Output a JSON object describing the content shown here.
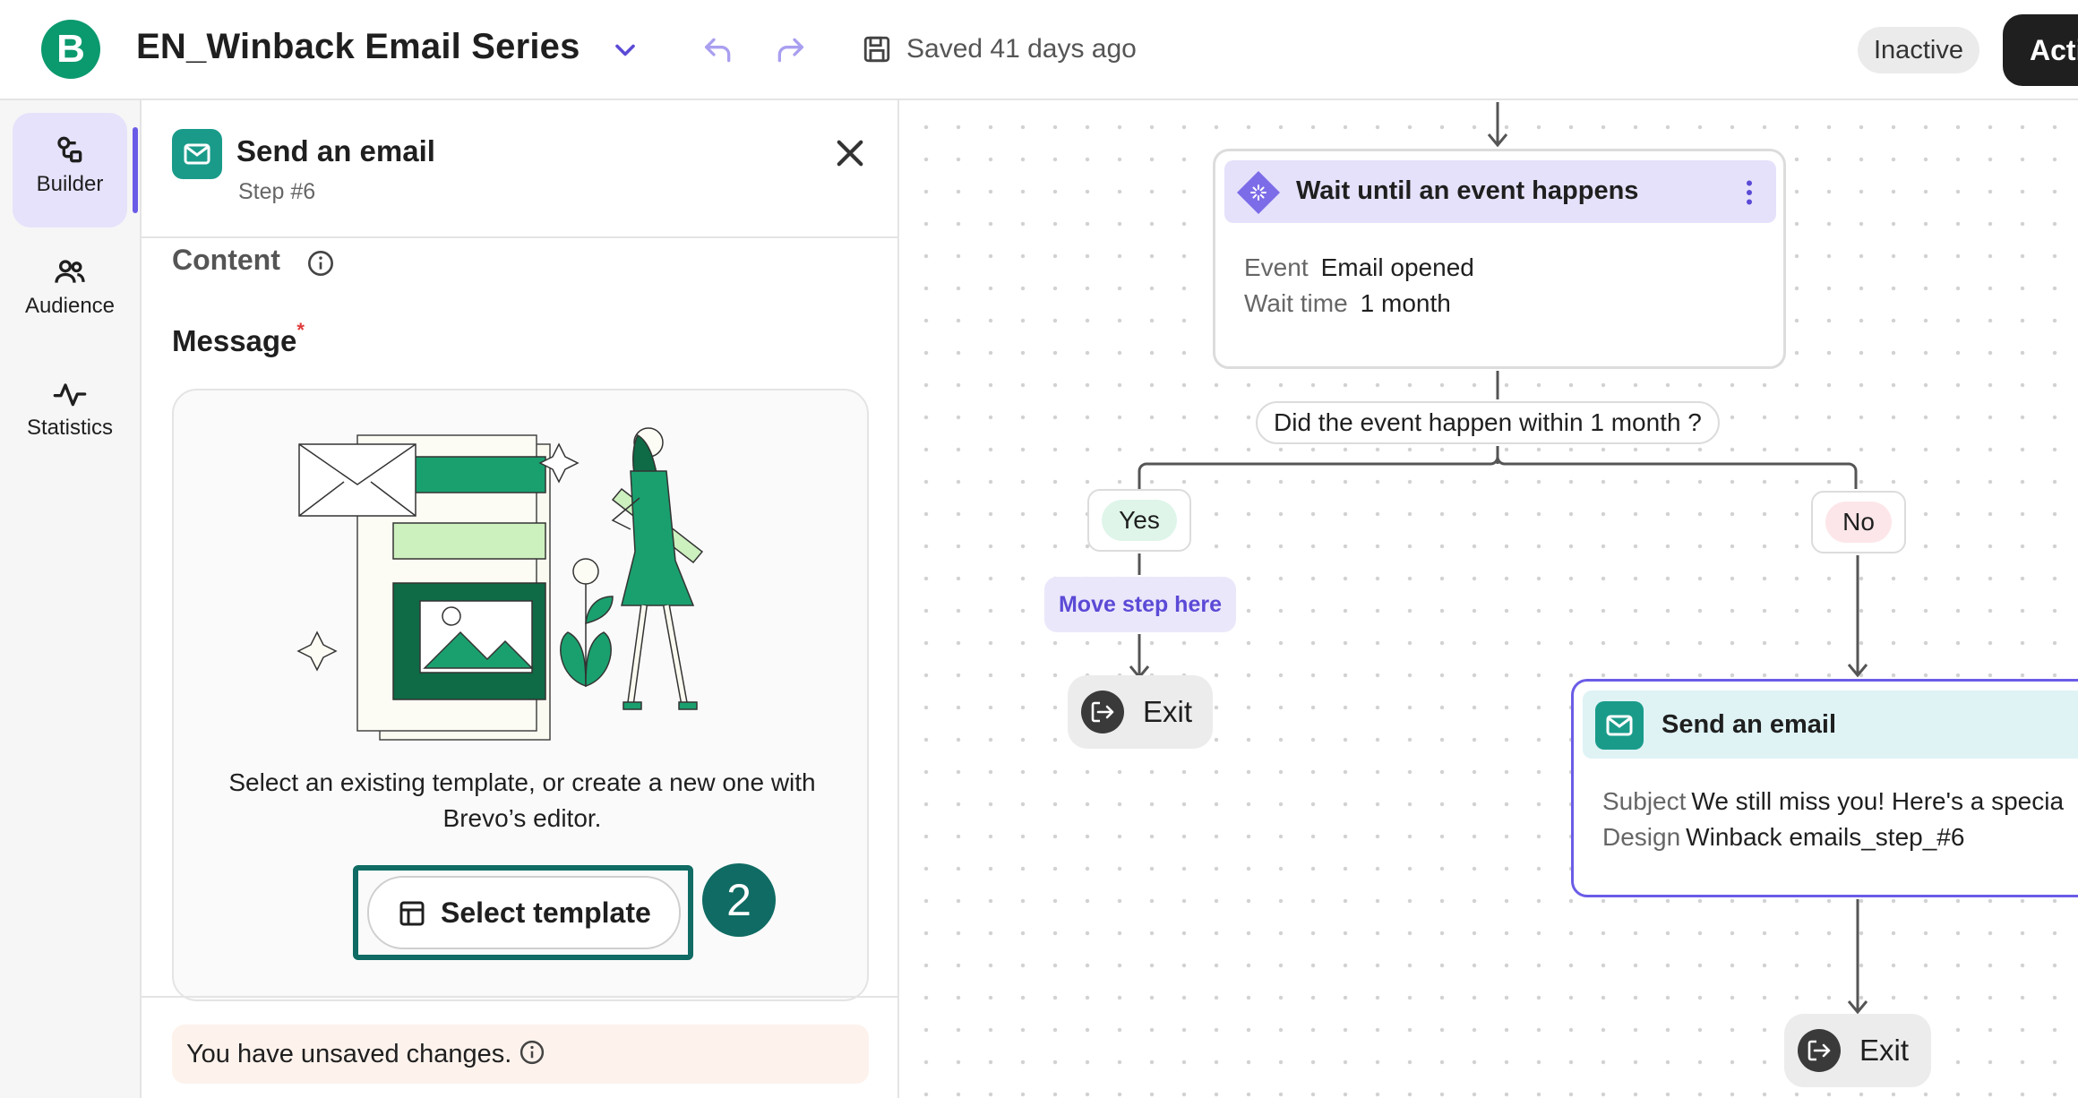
{
  "header": {
    "logo_letter": "B",
    "title": "EN_Winback Email Series",
    "saved_status": "Saved 41 days ago",
    "status_badge": "Inactive",
    "activate_label": "Acti"
  },
  "rail": {
    "items": [
      {
        "label": "Builder",
        "icon": "builder-icon",
        "active": true
      },
      {
        "label": "Audience",
        "icon": "audience-icon",
        "active": false
      },
      {
        "label": "Statistics",
        "icon": "statistics-icon",
        "active": false
      }
    ]
  },
  "panel": {
    "title": "Send an email",
    "step": "Step #6",
    "content_label": "Content",
    "message_label": "Message",
    "required_mark": "*",
    "template_description": "Select an existing template, or create a new one with Brevo’s editor.",
    "select_template_label": "Select template",
    "step_badge": "2",
    "unsaved_notice": "You have unsaved changes."
  },
  "canvas": {
    "wait_card": {
      "title": "Wait until an event happens",
      "event_key": "Event",
      "event_value": "Email opened",
      "wait_key": "Wait time",
      "wait_value": "1 month"
    },
    "condition": "Did the event happen within 1 month ?",
    "yes_label": "Yes",
    "no_label": "No",
    "move_step_label": "Move step here",
    "exit_label": "Exit",
    "email_card": {
      "title": "Send an email",
      "subject_key": "Subject",
      "subject_value": "We still miss you! Here's a specia",
      "design_key": "Design",
      "design_value": "Winback emails_step_#6"
    }
  },
  "colors": {
    "brand_green": "#0b996e",
    "accent_purple": "#6b5ce7",
    "teal_highlight": "#0f6b63",
    "wait_header_bg": "#e5e1fb",
    "email_header_bg": "#dff3f5"
  }
}
